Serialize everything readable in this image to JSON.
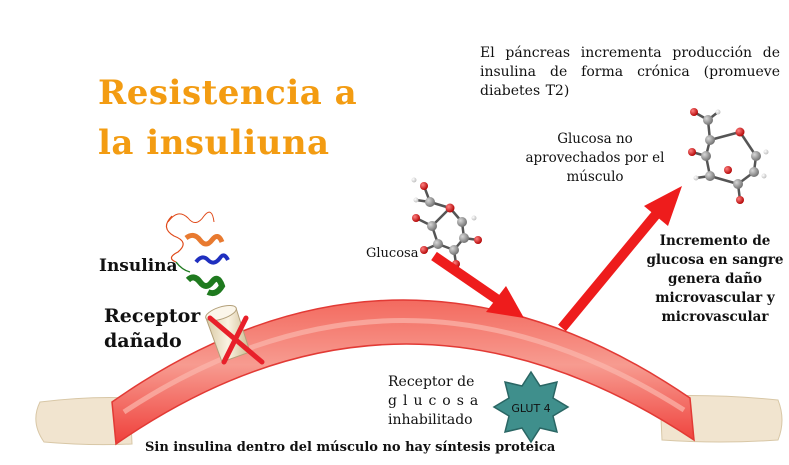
{
  "title": {
    "line1": "Resistencia a",
    "line2": "la insuliuna"
  },
  "labels": {
    "pancreas": "El páncreas incrementa producción de insulina de forma crónica (promueve diabetes T2)",
    "glucose_not_used": "Glucosa no aprovechados por el músculo",
    "increase_glucose": "Incremento de glucosa en sangre genera daño microvascular y microvascular",
    "insulin": "Insulina",
    "damaged_receptor_line1": "Receptor",
    "damaged_receptor_line2": "dañado",
    "glucose": "Glucosa",
    "glucose_receptor_line1": "Receptor de",
    "glucose_receptor_line2": "glucosa",
    "glucose_receptor_line3": "inhabilitado",
    "glut4": "GLUT 4",
    "bottom_note": "Sin insulina dentro del músculo no hay síntesis proteica"
  },
  "colors": {
    "title": "#f39c12",
    "muscle": "#f0504a",
    "muscle_light": "#f8a29a",
    "arrow": "#ee1c1c",
    "bone": "#f1e4cf",
    "glut4": "#3f8f8c",
    "cross": "#e8202a",
    "carbon": "#8a8a8a",
    "oxygen": "#d92020",
    "hydrogen": "#e6e6e6"
  },
  "icons": [
    "insulin-protein-icon",
    "receptor-cylinder-icon",
    "red-cross-icon",
    "glucose-molecule-icon",
    "glut4-star-icon",
    "red-arrow-icon"
  ]
}
